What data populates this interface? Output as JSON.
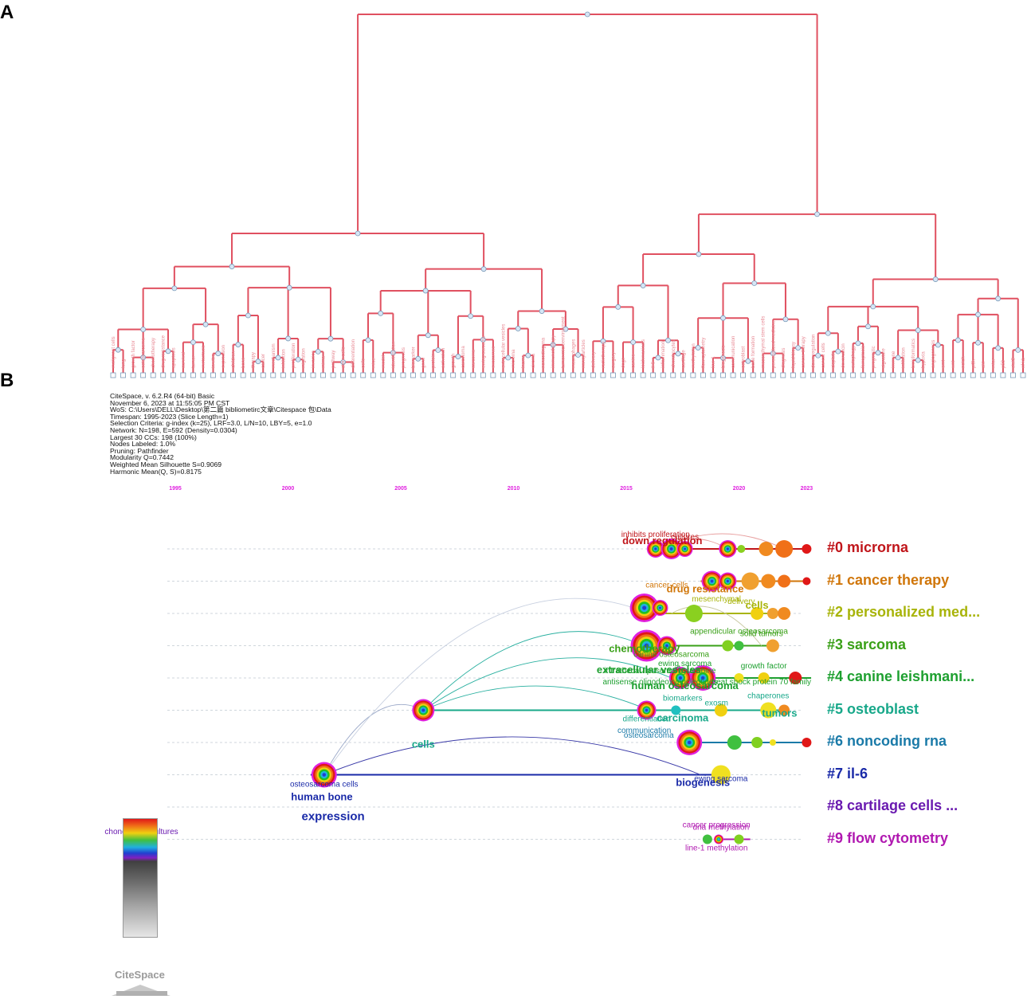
{
  "panels": {
    "a": "A",
    "b": "B"
  },
  "dendrogram": {
    "leaf_count": 92,
    "line_color": "#e05060",
    "node_color": "#d6e6f5",
    "leaf_labels": [
      "malignant cells",
      "lung",
      "growth factor",
      "osteosarcoma",
      "chemotherapy",
      "drug resistance",
      "apoptosis",
      "survival",
      "tumor",
      "metastasis",
      "in vitro",
      "expression",
      "children",
      "bone",
      "therapy",
      "cancer",
      "mechanism",
      "inhibition",
      "proliferation",
      "migration",
      "invasion",
      "mirna",
      "pathway",
      "stem cells",
      "differentiation",
      "cells",
      "mice",
      "model",
      "identification",
      "prognosis",
      "biomarker",
      "gene",
      "protein",
      "activation",
      "growth",
      "carcinoma",
      "sarcoma",
      "ewing sarcoma",
      "exosomes",
      "extracellular vesicles",
      "microrna",
      "lncrna",
      "circrna",
      "noncoding rna",
      "immunotherapy",
      "tumor microenvironment",
      "macrophages",
      "nanoparticles",
      "delivery",
      "radiotherapy",
      "surgery",
      "dogs",
      "canine",
      "leishmaniasis",
      "il-6",
      "inflammation",
      "chondrocytes",
      "cartilage",
      "methylation",
      "flow cytometry",
      "line-1",
      "biogenesis",
      "communication",
      "osteoblast",
      "bone formation",
      "mesenchymal stem cells",
      "personalized medicine",
      "diagnosis",
      "liquid biopsy",
      "cancer therapy",
      "down regulation",
      "cancer cells",
      "cisplatin",
      "doxorubicin",
      "autophagy",
      "ferroptosis",
      "prognostic",
      "signature",
      "immune",
      "infiltration",
      "bioinformatics",
      "hypoxia",
      "angiogenesis",
      "emt",
      "wnt",
      "notch",
      "pi3k",
      "akt",
      "mtor",
      "p53",
      "stat3",
      "nf-kb"
    ]
  },
  "citespace_meta": {
    "lines": [
      "CiteSpace, v. 6.2.R4 (64-bit) Basic",
      "November 6, 2023 at 11:55:05 PM CST",
      "WoS: C:\\Users\\DELL\\Desktop\\第二篇 bibliometirc文章\\Citespace 包\\Data",
      "Timespan: 1995-2023 (Slice Length=1)",
      "Selection Criteria: g-index (k=25), LRF=3.0, L/N=10, LBY=5, e=1.0",
      "Network: N=198, E=592 (Density=0.0304)",
      "Largest 30 CCs: 198 (100%)",
      "Nodes Labeled: 1.0%",
      "Pruning: Pathfinder",
      "Modularity Q=0.7442",
      "Weighted Mean Silhouette S=0.9069",
      "Harmonic Mean(Q, S)=0.8175"
    ]
  },
  "timeline": {
    "years": [
      {
        "label": "1995",
        "value": 1995
      },
      {
        "label": "2000",
        "value": 2000
      },
      {
        "label": "2005",
        "value": 2005
      },
      {
        "label": "2010",
        "value": 2010
      },
      {
        "label": "2015",
        "value": 2015
      },
      {
        "label": "2020",
        "value": 2020
      },
      {
        "label": "2023",
        "value": 2023
      }
    ],
    "year_color": "#e020e0",
    "clusters": [
      {
        "id": 0,
        "label": "#0 microrna",
        "color": "#c0151a"
      },
      {
        "id": 1,
        "label": "#1 cancer therapy",
        "color": "#d0760a"
      },
      {
        "id": 2,
        "label": "#2 personalized med...",
        "color": "#a8b40a"
      },
      {
        "id": 3,
        "label": "#3 sarcoma",
        "color": "#3aa018"
      },
      {
        "id": 4,
        "label": "#4 canine leishmani...",
        "color": "#1ea030"
      },
      {
        "id": 5,
        "label": "#5 osteoblast",
        "color": "#18a88a"
      },
      {
        "id": 6,
        "label": "#6 noncoding rna",
        "color": "#1a7aa8"
      },
      {
        "id": 7,
        "label": "#7 il-6",
        "color": "#1a2aa8"
      },
      {
        "id": 8,
        "label": "#8 cartilage cells ...",
        "color": "#6a1ab0"
      },
      {
        "id": 9,
        "label": "#9 flow cytometry",
        "color": "#b018b0"
      }
    ],
    "node_labels": [
      {
        "text": "inhibits proliferation",
        "cluster": 0,
        "year": 2016.3
      },
      {
        "text": "cultures",
        "cluster": 0,
        "year": 2017.6
      },
      {
        "text": "down regulation",
        "cluster": 0,
        "year": 2016.6
      },
      {
        "text": "cancer-cells",
        "cluster": 1,
        "year": 2016.8
      },
      {
        "text": "drug resistance",
        "cluster": 1,
        "year": 2018.5
      },
      {
        "text": "mesenchymal",
        "cluster": 2,
        "year": 2019.0
      },
      {
        "text": "delivery",
        "cluster": 2,
        "year": 2020.1
      },
      {
        "text": "cells",
        "cluster": 2,
        "year": 2020.8
      },
      {
        "text": "chemotherapy",
        "cluster": 3,
        "year": 2015.8
      },
      {
        "text": "canine osteosarcoma",
        "cluster": 3,
        "year": 2017.0
      },
      {
        "text": "appendicular osteosarcoma",
        "cluster": 3,
        "year": 2020.0
      },
      {
        "text": "solid tumors",
        "cluster": 3,
        "year": 2021.0
      },
      {
        "text": "intrathecal liposomal cytarabine",
        "cluster": 4,
        "year": 2016.5
      },
      {
        "text": "antisense oligodeoxynucleotides",
        "cluster": 4,
        "year": 2016.5
      },
      {
        "text": "human osteosarcoma",
        "cluster": 4,
        "year": 2017.6
      },
      {
        "text": "ewing sarcoma",
        "cluster": 4,
        "year": 2017.6
      },
      {
        "text": "growth factor",
        "cluster": 4,
        "year": 2021.1
      },
      {
        "text": "extracellular vesicles",
        "cluster": 4,
        "year": 2016.0
      },
      {
        "text": "heat shock protein 70 family",
        "cluster": 4,
        "year": 2021.0
      },
      {
        "text": "carcinoma",
        "cluster": 5,
        "year": 2017.5
      },
      {
        "text": "chaperones",
        "cluster": 5,
        "year": 2021.3
      },
      {
        "text": "biomarkers",
        "cluster": 5,
        "year": 2017.5
      },
      {
        "text": "exosm",
        "cluster": 5,
        "year": 2019.0
      },
      {
        "text": "tumors",
        "cluster": 5,
        "year": 2021.8
      },
      {
        "text": "differentiation",
        "cluster": 5,
        "year": 2015.9
      },
      {
        "text": "cells",
        "cluster": 5,
        "year": 2006.0
      },
      {
        "text": "communication",
        "cluster": 6,
        "year": 2015.8
      },
      {
        "text": "osteosarcoma",
        "cluster": 6,
        "year": 2016.0
      },
      {
        "text": "ewing sarcoma",
        "cluster": 7,
        "year": 2019.2
      },
      {
        "text": "biogenesis",
        "cluster": 7,
        "year": 2018.4
      },
      {
        "text": "osteosarcoma cells",
        "cluster": 7,
        "year": 2001.6
      },
      {
        "text": "human bone",
        "cluster": 7,
        "year": 2001.5
      },
      {
        "text": "expression",
        "cluster": 7,
        "year": 2002.0
      },
      {
        "text": "chondrocyte cultures",
        "cluster": 8,
        "year": 1993.5
      },
      {
        "text": "line-1 methylation",
        "cluster": 9,
        "year": 2019.0
      },
      {
        "text": "cancer progression",
        "cluster": 9,
        "year": 2019.0
      },
      {
        "text": "dna methylation",
        "cluster": 9,
        "year": 2019.2
      }
    ]
  },
  "logo": {
    "text": "CiteSpace"
  }
}
